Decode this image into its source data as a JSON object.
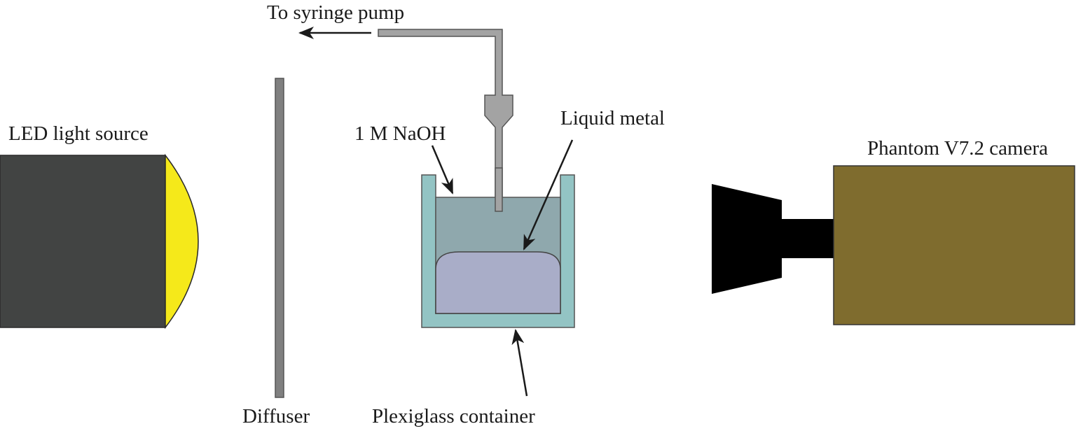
{
  "diagram": {
    "title": "Experimental setup",
    "labels": {
      "led": "LED light source",
      "diffuser": "Diffuser",
      "syringe": "To syringe pump",
      "naoh": "1 M NaOH",
      "liquid_metal": "Liquid metal",
      "container": "Plexiglass container",
      "camera": "Phantom V7.2 camera"
    },
    "colors": {
      "led_body": "#424443",
      "led_lens": "#f5e91a",
      "diffuser": "#808080",
      "tube": "#a3a3a3",
      "container": "#93c4c4",
      "naoh": "#8fa8ad",
      "liquid_metal": "#a9adc8",
      "camera_lens": "#000000",
      "camera_body": "#7f6c2e",
      "stroke": "#3a3a3a",
      "text": "#1a1a1a"
    }
  }
}
